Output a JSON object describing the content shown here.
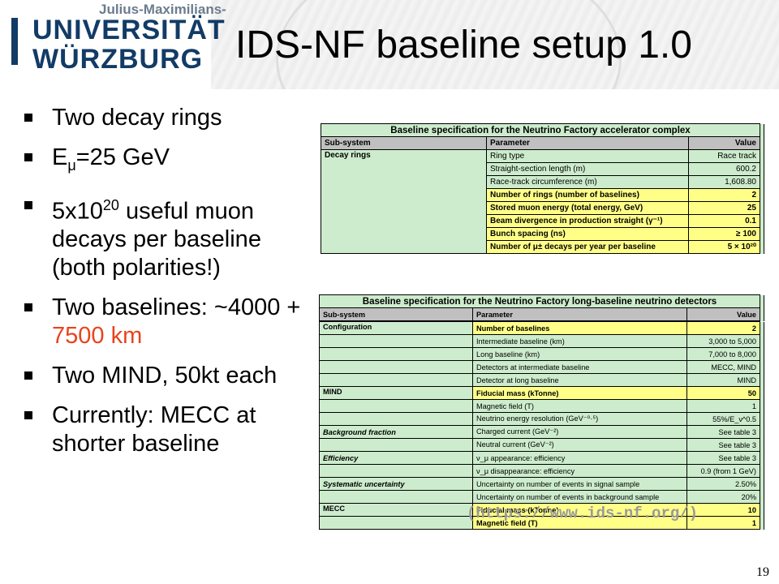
{
  "header": {
    "logo_small": "Julius-Maximilians-",
    "logo_line1": "UNIVERSITÄT",
    "logo_line2": "WÜRZBURG",
    "title": "IDS-NF baseline setup 1.0"
  },
  "bullets": {
    "b1": "Two decay rings",
    "b2_pre": "E",
    "b2_sub": "μ",
    "b2_post": "=25 GeV",
    "b3_pre": "5x10",
    "b3_sup": "20",
    "b3_post": " useful muon decays per baseline (both polarities!)",
    "b4_pre": "Two baselines: ~4000 + ",
    "b4_red": "7500 km",
    "b5": "Two MIND, 50kt each",
    "b6": "Currently: MECC at shorter baseline"
  },
  "table1": {
    "caption": "Baseline specification for the Neutrino Factory accelerator complex",
    "headers": [
      "Sub-system",
      "Parameter",
      "Value"
    ],
    "subsystem": "Decay rings",
    "rows": [
      {
        "param": "Ring type",
        "value": "Race track"
      },
      {
        "param": "Straight-section length (m)",
        "value": "600.2"
      },
      {
        "param": "Race-track circumference (m)",
        "value": "1,608.80"
      },
      {
        "param": "Number of rings (number of baselines)",
        "value": "2"
      },
      {
        "param": "Stored muon energy (total energy, GeV)",
        "value": "25"
      },
      {
        "param": "Beam divergence in production straight (γ⁻¹)",
        "value": "0.1"
      },
      {
        "param": "Bunch spacing (ns)",
        "value": "≥ 100"
      },
      {
        "param": "Number of μ± decays per year per baseline",
        "value": "5 × 10²⁰"
      }
    ]
  },
  "table2": {
    "caption": "Baseline specification for the Neutrino Factory long-baseline neutrino detectors",
    "headers": [
      "Sub-system",
      "Parameter",
      "Value"
    ],
    "rows": [
      {
        "sub": "Configuration",
        "param": "Number of baselines",
        "value": "2"
      },
      {
        "sub": "",
        "param": "Intermediate baseline (km)",
        "value": "3,000 to 5,000"
      },
      {
        "sub": "",
        "param": "Long baseline (km)",
        "value": "7,000 to 8,000"
      },
      {
        "sub": "",
        "param": "Detectors at intermediate baseline",
        "value": "MECC, MIND"
      },
      {
        "sub": "",
        "param": "Detector at long baseline",
        "value": "MIND"
      },
      {
        "sub": "MIND",
        "param": "Fiducial mass (kTonne)",
        "value": "50"
      },
      {
        "sub": "",
        "param": "Magnetic field (T)",
        "value": "1"
      },
      {
        "sub": "",
        "param": "Neutrino energy resolution (GeV⁻⁰·⁵)",
        "value": "55%/E_ν^0.5"
      },
      {
        "sub": "Background fraction",
        "param": "Charged current (GeV⁻²)",
        "value": "See table 3"
      },
      {
        "sub": "",
        "param": "Neutral current (GeV⁻²)",
        "value": "See table 3"
      },
      {
        "sub": "Efficiency",
        "param": "ν_μ appearance: efficiency",
        "value": "See table 3"
      },
      {
        "sub": "",
        "param": "ν_μ disappearance: efficiency",
        "value": "0.9 (from 1 GeV)"
      },
      {
        "sub": "Systematic uncertainty",
        "param": "Uncertainty on number of events in signal sample",
        "value": "2.50%"
      },
      {
        "sub": "",
        "param": "Uncertainty on number of events in background sample",
        "value": "20%"
      },
      {
        "sub": "MECC",
        "param": "Fiducial mass (kTonne)",
        "value": "10"
      },
      {
        "sub": "",
        "param": "Magnetic field (T)",
        "value": "1"
      }
    ]
  },
  "url": "(https://www.ids-nf.org/)",
  "page_number": "19"
}
